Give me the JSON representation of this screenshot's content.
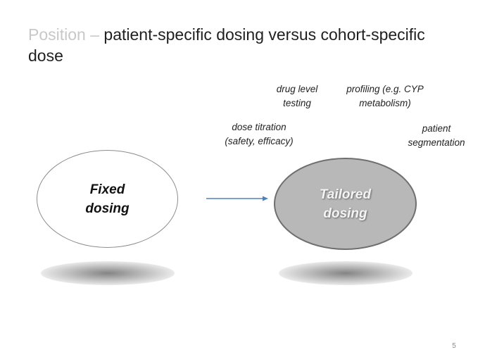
{
  "slide": {
    "title": {
      "prefix": "Position –",
      "main": "patient-specific  dosing versus cohort-specific dose"
    },
    "annotations": {
      "drug_level_testing": [
        "drug level",
        "testing"
      ],
      "profiling": [
        "profiling (e.g. CYP",
        "metabolism)"
      ],
      "dose_titration": [
        "dose titration",
        "(safety, efficacy)"
      ],
      "patient_segmentation": [
        "patient",
        "segmentation"
      ]
    },
    "fixed_dosing": [
      "Fixed",
      "dosing"
    ],
    "tailored_dosing": [
      "Tailored",
      "dosing"
    ],
    "page_number": "5"
  },
  "colors": {
    "title_prefix": "#c8c8c8",
    "arrow": "#4f81bd",
    "tailored_fill": "#b8b8b8"
  }
}
